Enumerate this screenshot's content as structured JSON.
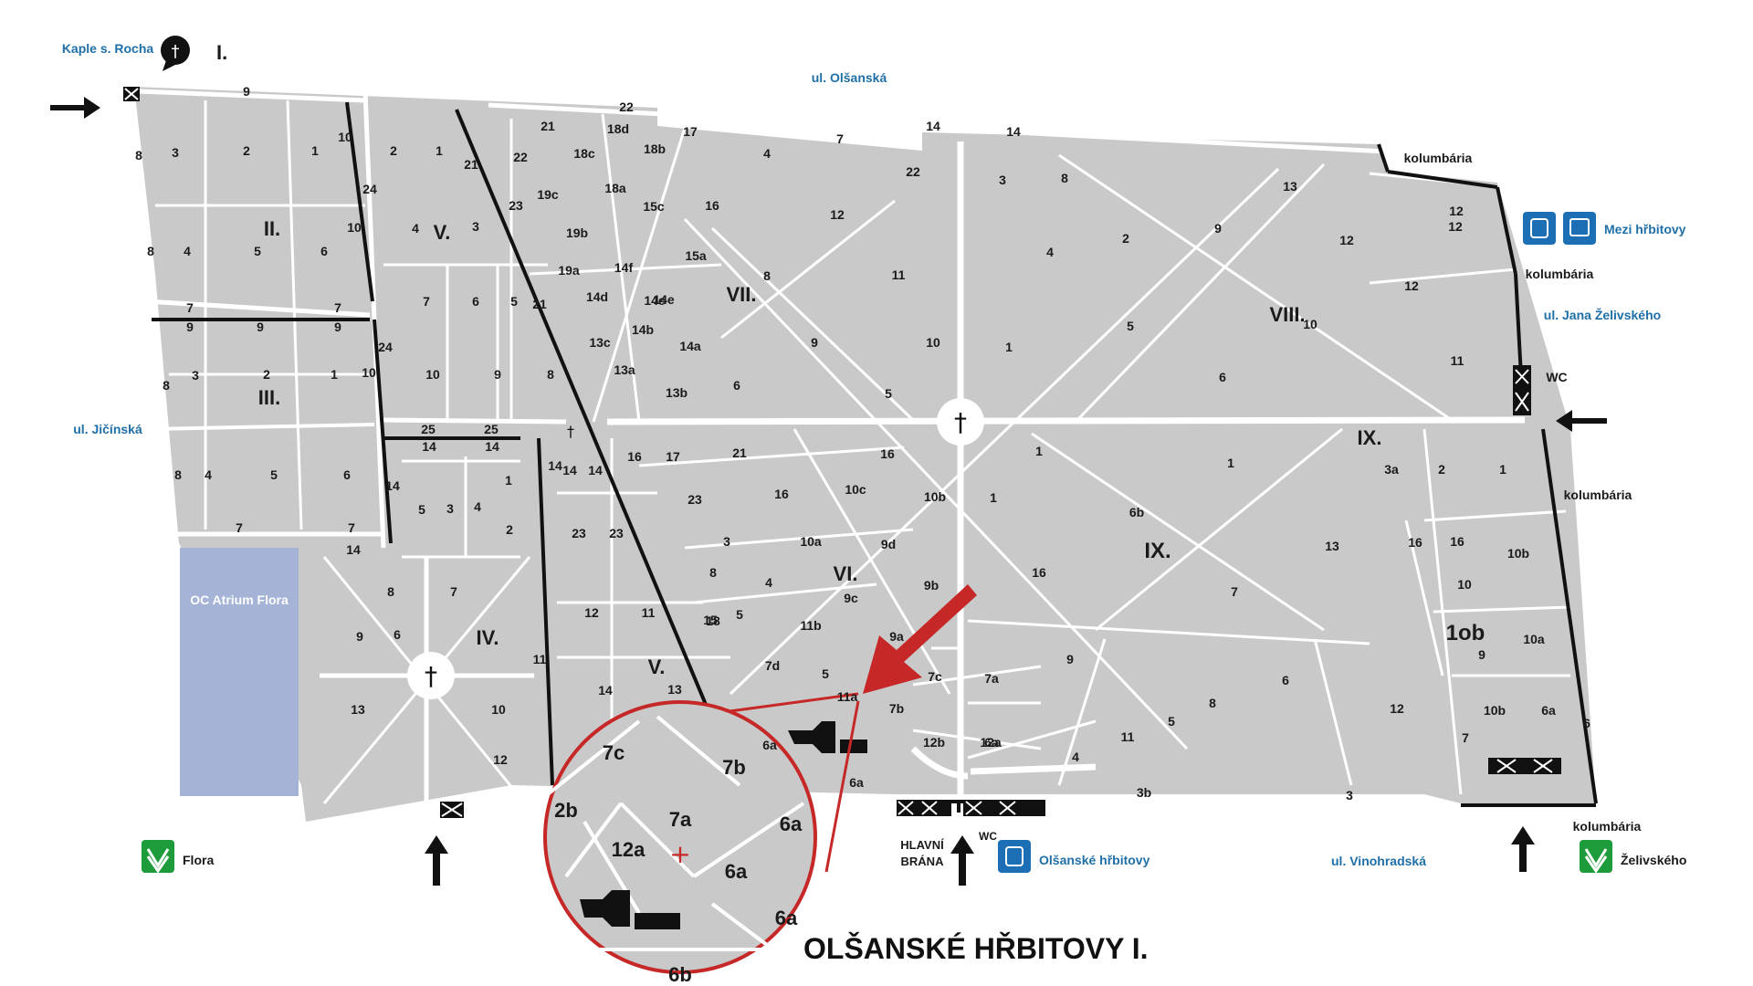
{
  "title": "OLŠANSKÉ HŘBITOVY I.",
  "colors": {
    "ground": "#c9c9c9",
    "paths": "#ffffff",
    "walls": "#111111",
    "mall": "#a4b3d6",
    "arrow_red": "#c62828",
    "street_text": "#1f6fa8",
    "metro_green": "#1e9b3a",
    "tram_blue": "#1c6fb5"
  },
  "streets": {
    "olsanska": "ul. Olšanská",
    "jicinska": "ul. Jičínská",
    "vinohradska": "ul. Vinohradská",
    "zelivskeho": "ul. Jana Želivského"
  },
  "places": {
    "kaple": "Kaple s. Rocha",
    "kaple_numeral": "I.",
    "mall": "OC Atrium Flora",
    "kolumbaria": "kolumbária",
    "wc": "WC",
    "gate_line1": "HLAVNÍ",
    "gate_line2": "BRÁNA"
  },
  "stops": {
    "flora": "Flora",
    "olsanske": "Olšanské hřbitovy",
    "mezi": "Mezi hřbitovy",
    "zelivskeho": "Želivského"
  },
  "sections": [
    "I.",
    "II.",
    "III.",
    "IV.",
    "V.",
    "V.",
    "VI.",
    "VII.",
    "VIII.",
    "IX.",
    "IX.",
    "1ob"
  ],
  "plots": [
    "9",
    "8",
    "3",
    "2",
    "1",
    "10",
    "8",
    "4",
    "5",
    "6",
    "7",
    "7",
    "9",
    "9",
    "9",
    "8",
    "3",
    "2",
    "1",
    "10",
    "8",
    "4",
    "5",
    "6",
    "7",
    "7",
    "14",
    "24",
    "10",
    "24",
    "2",
    "1",
    "21",
    "4",
    "3",
    "7",
    "6",
    "5",
    "21",
    "10",
    "9",
    "8",
    "23",
    "22",
    "21",
    "22",
    "18d",
    "18c",
    "18b",
    "17",
    "19c",
    "18a",
    "15c",
    "16",
    "19b",
    "15a",
    "19a",
    "14f",
    "14e",
    "14d",
    "14c",
    "14b",
    "13c",
    "14a",
    "13a",
    "13b",
    "6",
    "4",
    "7",
    "12",
    "8",
    "11",
    "9",
    "10",
    "5",
    "22",
    "14",
    "14",
    "3",
    "4",
    "2",
    "1",
    "8",
    "9",
    "5",
    "6",
    "13",
    "12",
    "12",
    "12",
    "12",
    "10",
    "11",
    "25",
    "25",
    "14",
    "14",
    "1",
    "4",
    "3",
    "2",
    "14",
    "5",
    "8",
    "7",
    "6",
    "9",
    "13",
    "10",
    "12",
    "11",
    "14",
    "14",
    "14",
    "23",
    "23",
    "12",
    "11",
    "14",
    "13",
    "16",
    "15",
    "18",
    "17",
    "21",
    "16",
    "23",
    "16",
    "10c",
    "10b",
    "3",
    "10a",
    "9d",
    "8",
    "4",
    "9c",
    "9b",
    "5",
    "11b",
    "9a",
    "7d",
    "5",
    "11a",
    "7c",
    "7b",
    "12b",
    "7a",
    "12a",
    "6a",
    "6a",
    "6a",
    "1",
    "1",
    "1",
    "6b",
    "16",
    "7",
    "9",
    "6",
    "8",
    "5",
    "11",
    "4",
    "12",
    "3b",
    "3",
    "3a",
    "2",
    "1",
    "13",
    "16",
    "16",
    "10b",
    "10",
    "9",
    "10a",
    "10b",
    "6a",
    "7",
    "6",
    "4",
    "3",
    "1",
    "2",
    "5",
    "8"
  ],
  "inset": {
    "labels": [
      "7c",
      "7b",
      "2b",
      "7a",
      "6a",
      "12a",
      "6a",
      "6a",
      "6b"
    ]
  }
}
